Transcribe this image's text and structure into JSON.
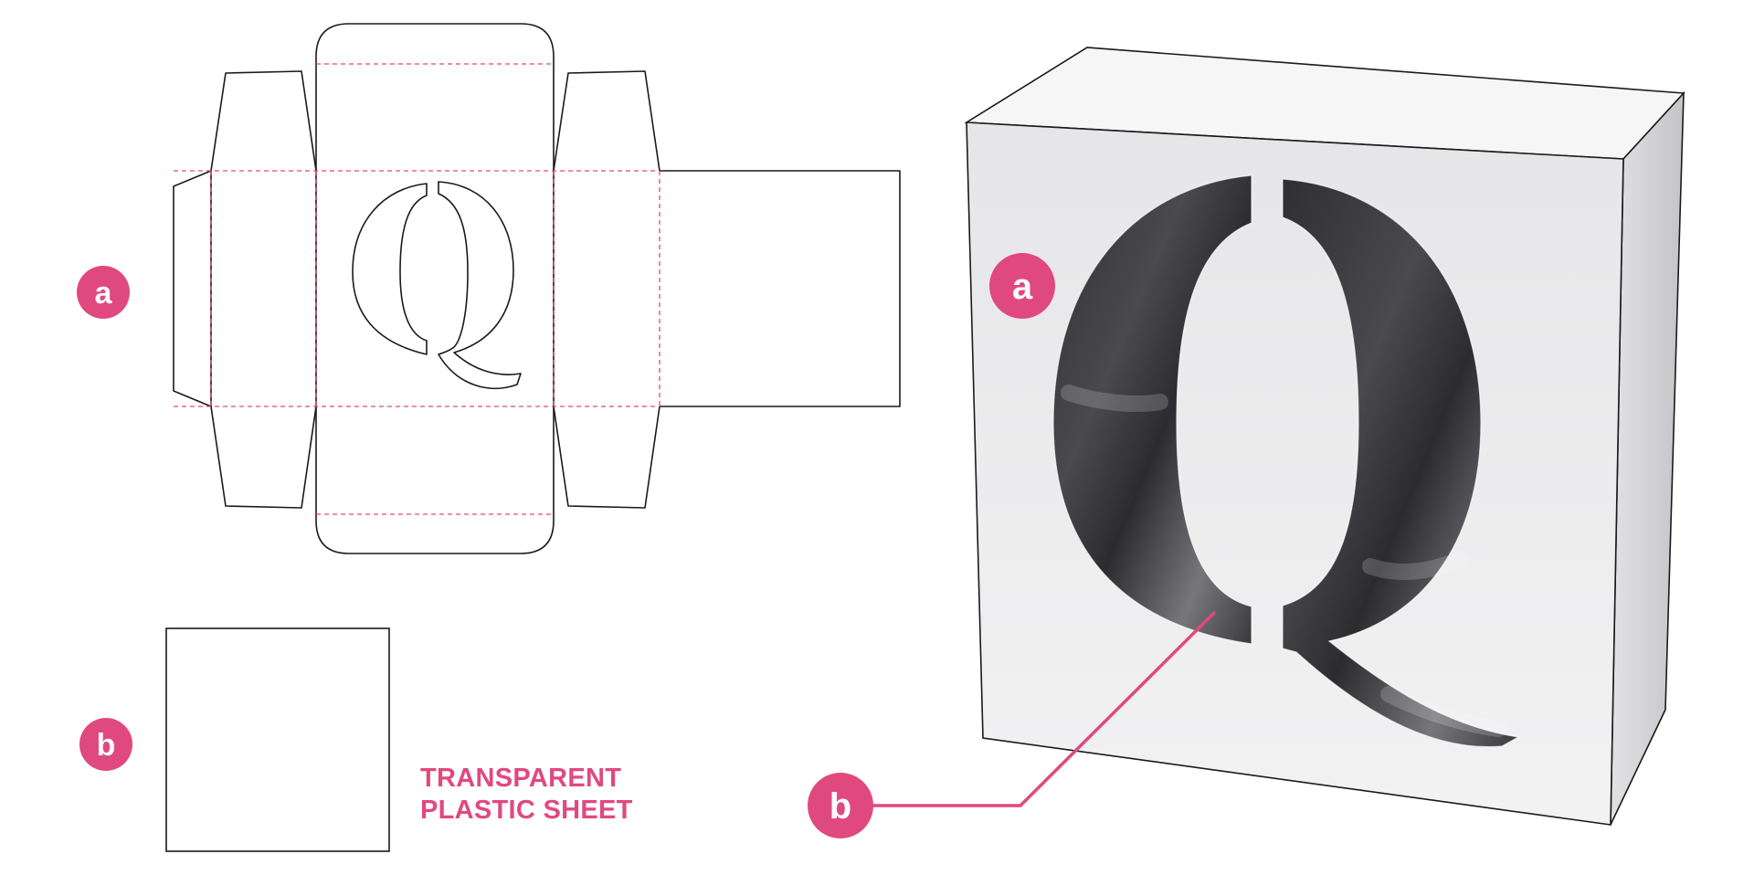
{
  "colors": {
    "accent": "#e0497e",
    "outline": "#1a1a1a",
    "fold_line": "#e0497e",
    "box_front": "#e9e9eb",
    "box_top": "#f6f6f7",
    "box_side": "#d3d3d6",
    "window": "#3a3a3d"
  },
  "markers": {
    "a_dieline": "a",
    "b_sheet": "b",
    "a_box": "a",
    "b_box": "b"
  },
  "window_letter": "Q",
  "sheet_caption": {
    "line1": "TRANSPARENT",
    "line2": "PLASTIC SHEET"
  }
}
